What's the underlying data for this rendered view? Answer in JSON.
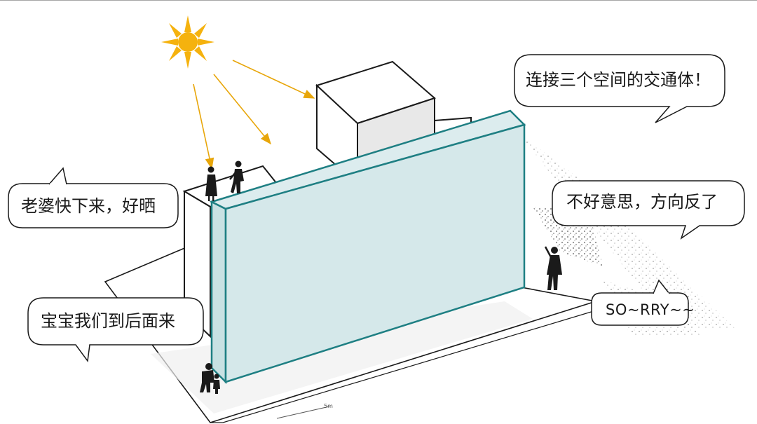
{
  "speech_bubbles": {
    "traffic": "连接三个空间的交通体！",
    "wife": "老婆快下来，好晒",
    "sorry_cn": "不好意思，方向反了",
    "sorry_en": "SO~RRY~~",
    "baby": "宝宝我们到后面来"
  },
  "colors": {
    "panel_fill": "#d5e8ea",
    "panel_edge": "#1e7f83",
    "sun": "#f5b20e",
    "sun_ray": "#e8a60a",
    "line": "#1a1a1a"
  },
  "icons": [
    "sun-icon",
    "person-silhouette-icon"
  ]
}
